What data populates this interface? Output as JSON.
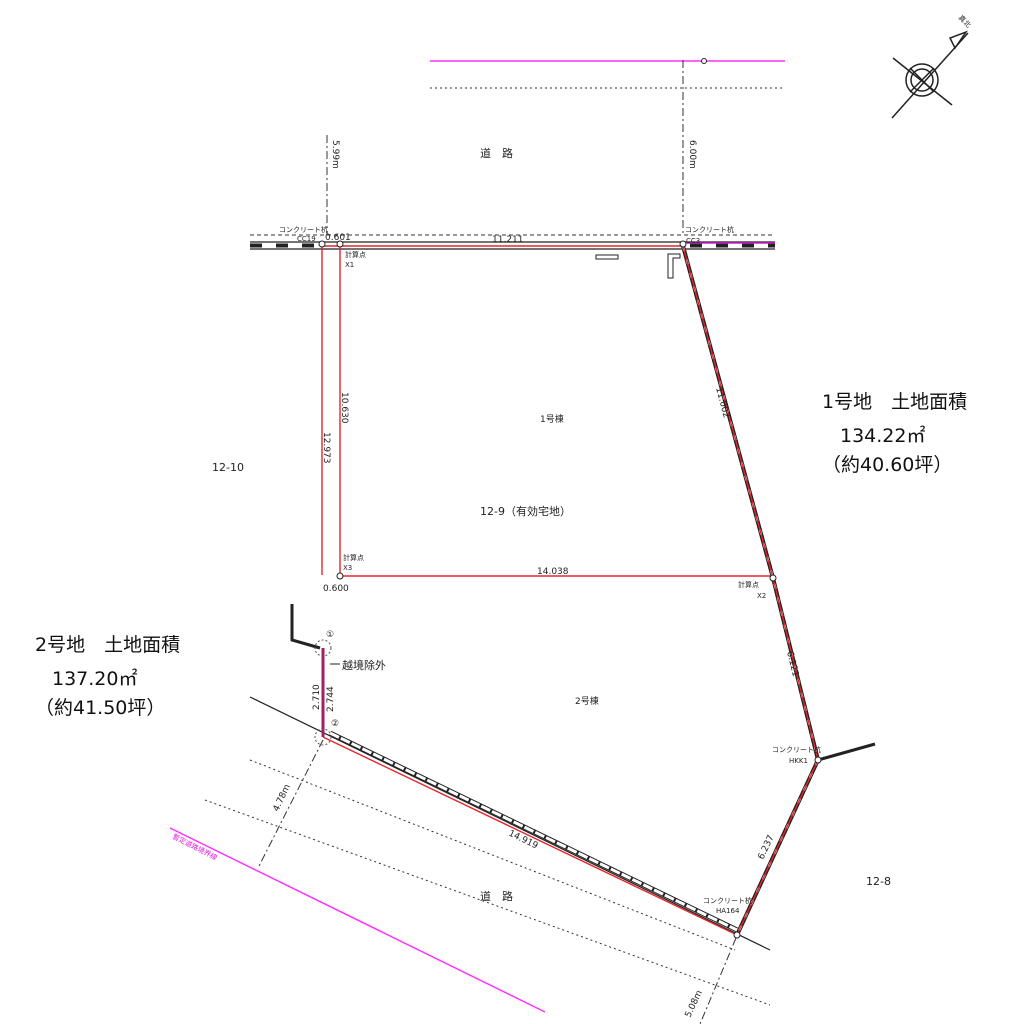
{
  "north": {
    "label": "真北"
  },
  "roads": {
    "top": "道　路",
    "bottom": "道　路",
    "provisional_boundary": "暫定道路境界線"
  },
  "parcels": {
    "left": "12-10",
    "right": "12-8",
    "center": "12-9（有効宅地）"
  },
  "buildings": {
    "b1": "1号棟",
    "b2": "2号棟"
  },
  "lot1": {
    "title": "1号地　土地面積",
    "area": "134.22㎡",
    "tsubo": "（約40.60坪）"
  },
  "lot2": {
    "title": "2号地　土地面積",
    "area": "137.20㎡",
    "tsubo": "（約41.50坪）"
  },
  "points": {
    "cc19_type": "コンクリート杭",
    "cc19": "CC19",
    "cc3_type": "コンクリート杭",
    "cc3": "CC3",
    "x1_type": "計算点",
    "x1": "X1",
    "x2_type": "計算点",
    "x2": "X2",
    "x3_type": "計算点",
    "x3": "X3",
    "hkk1_type": "コンクリート杭",
    "hkk1": "HKK1",
    "ha164_type": "コンクリート杭",
    "ha164": "HA164",
    "p1": "①",
    "p2": "②",
    "encroach": "越境除外"
  },
  "dims": {
    "top": "11.211",
    "x1_x3": "10.630",
    "left": "12.973",
    "x3_x2": "14.038",
    "right_upper": "11.002",
    "right_mid": "6.121",
    "right_lower": "6.237",
    "bottom": "14.919",
    "off_top": "0.601",
    "off_mid": "0.600",
    "enc_a": "2.710",
    "enc_b": "2.744",
    "road_top_left": "5.99m",
    "road_top_right": "6.00m",
    "road_bottom_left": "4.78m",
    "road_bottom_right": "5.08m"
  },
  "colors": {
    "boundary": "#e8242a",
    "provisional": "#ff30ff",
    "encroach": "#a0206a"
  }
}
